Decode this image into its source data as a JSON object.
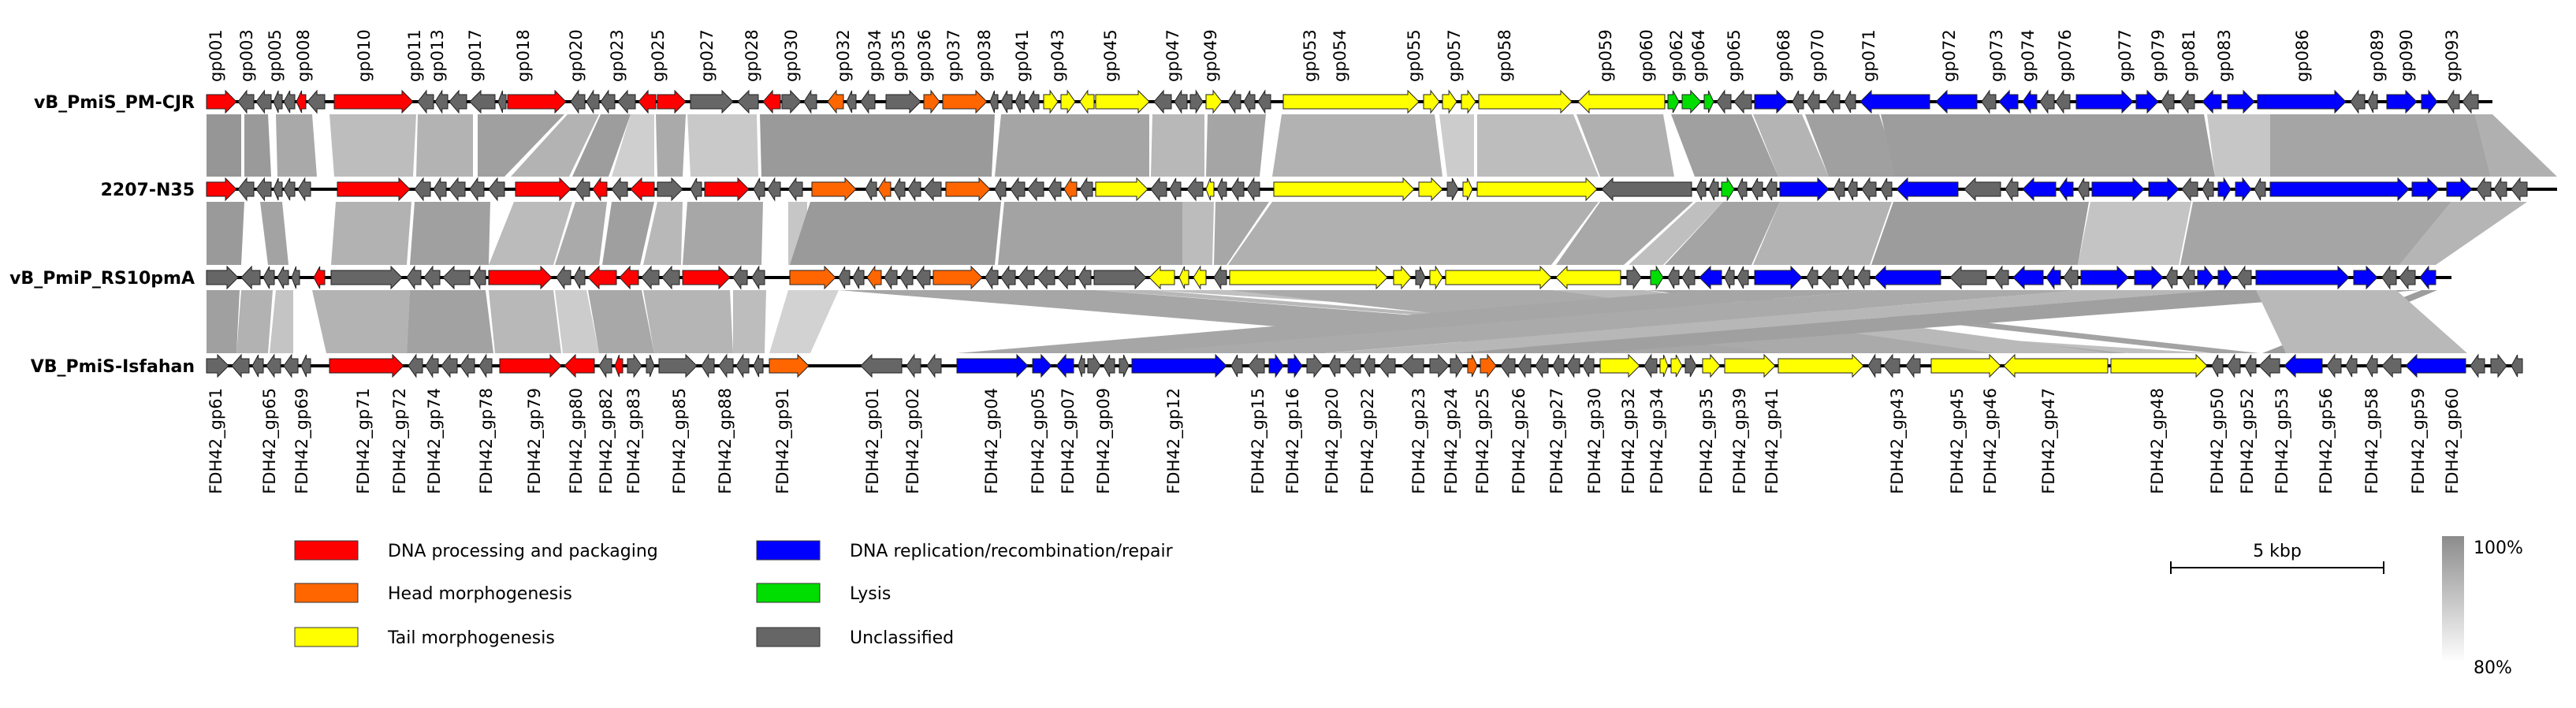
{
  "genomes": [
    {
      "name": "vB_PmiS_PM-CJR",
      "tags": [
        "gp001",
        "gp003",
        "gp005",
        "gp008",
        "gp010",
        "gp011",
        "gp013",
        "gp017",
        "gp018",
        "gp020",
        "gp023",
        "gp025",
        "gp027",
        "gp028",
        "gp030",
        "gp032",
        "gp034",
        "gp035",
        "gp036",
        "gp037",
        "gp038",
        "gp041",
        "gp043",
        "gp045",
        "gp047",
        "gp049",
        "gp053",
        "gp054",
        "gp055",
        "gp057",
        "gp058",
        "gp059",
        "gp060",
        "gp062",
        "gp064",
        "gp065",
        "gp068",
        "gp070",
        "gp071",
        "gp072",
        "gp073",
        "gp074",
        "gp076",
        "gp077",
        "gp079",
        "gp081",
        "gp083",
        "gp086",
        "gp089",
        "gp090",
        "gp093"
      ]
    },
    {
      "name": "2207-N35",
      "tags": []
    },
    {
      "name": "vB_PmiP_RS10pmA",
      "tags": []
    },
    {
      "name": "VB_PmiS-Isfahan",
      "tags": [
        "FDH42_gp61",
        "FDH42_gp65",
        "FDH42_gp69",
        "FDH42_gp71",
        "FDH42_gp72",
        "FDH42_gp74",
        "FDH42_gp78",
        "FDH42_gp79",
        "FDH42_gp80",
        "FDH42_gp82",
        "FDH42_gp83",
        "FDH42_gp85",
        "FDH42_gp88",
        "FDH42_gp91",
        "FDH42_gp01",
        "FDH42_gp02",
        "FDH42_gp04",
        "FDH42_gp05",
        "FDH42_gp07",
        "FDH42_gp09",
        "FDH42_gp12",
        "FDH42_gp15",
        "FDH42_gp16",
        "FDH42_gp20",
        "FDH42_gp22",
        "FDH42_gp23",
        "FDH42_gp24",
        "FDH42_gp25",
        "FDH42_gp26",
        "FDH42_gp27",
        "FDH42_gp30",
        "FDH42_gp32",
        "FDH42_gp34",
        "FDH42_gp35",
        "FDH42_gp39",
        "FDH42_gp41",
        "FDH42_gp43",
        "FDH42_gp45",
        "FDH42_gp46",
        "FDH42_gp47",
        "FDH42_gp48",
        "FDH42_gp50",
        "FDH42_gp52",
        "FDH42_gp53",
        "FDH42_gp56",
        "FDH42_gp58",
        "FDH42_gp59",
        "FDH42_gp60"
      ]
    }
  ],
  "legend": [
    {
      "label": "DNA processing and packaging",
      "color": "#ff0000"
    },
    {
      "label": "Head morphogenesis",
      "color": "#ff6600"
    },
    {
      "label": "Tail morphogenesis",
      "color": "#ffff00"
    },
    {
      "label": "DNA replication/recombination/repair",
      "color": "#0000ff"
    },
    {
      "label": "Lysis",
      "color": "#00dd00"
    },
    {
      "label": "Unclassified",
      "color": "#666666"
    }
  ],
  "scale_bar": {
    "label": "5 kbp"
  },
  "identity_scale": {
    "max_label": "100%",
    "min_label": "80%",
    "max_color": "#8c8c8c",
    "min_color": "#ffffff"
  }
}
